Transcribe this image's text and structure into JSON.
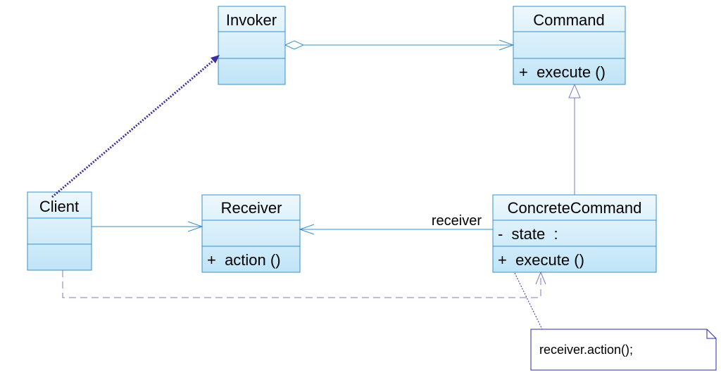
{
  "classes": {
    "invoker": {
      "name": "Invoker",
      "members": []
    },
    "command": {
      "name": "Command",
      "operations": [
        "+  execute ()"
      ]
    },
    "client": {
      "name": "Client",
      "members": []
    },
    "receiver": {
      "name": "Receiver",
      "operations": [
        "+  action ()"
      ]
    },
    "concrete_command": {
      "name": "ConcreteCommand",
      "attributes": [
        "-  state  :"
      ],
      "operations": [
        "+  execute ()"
      ]
    }
  },
  "relations": {
    "receiver_role": "receiver"
  },
  "note": {
    "text": "receiver.action();"
  },
  "colors": {
    "border": "#3a8fc9",
    "fill_top": "#eaf6fd",
    "fill_bottom": "#bde3f6",
    "dependency": "#7b7bc0",
    "client_invoker_link": "#3b2ea0",
    "note_border": "#2b2b9c"
  }
}
